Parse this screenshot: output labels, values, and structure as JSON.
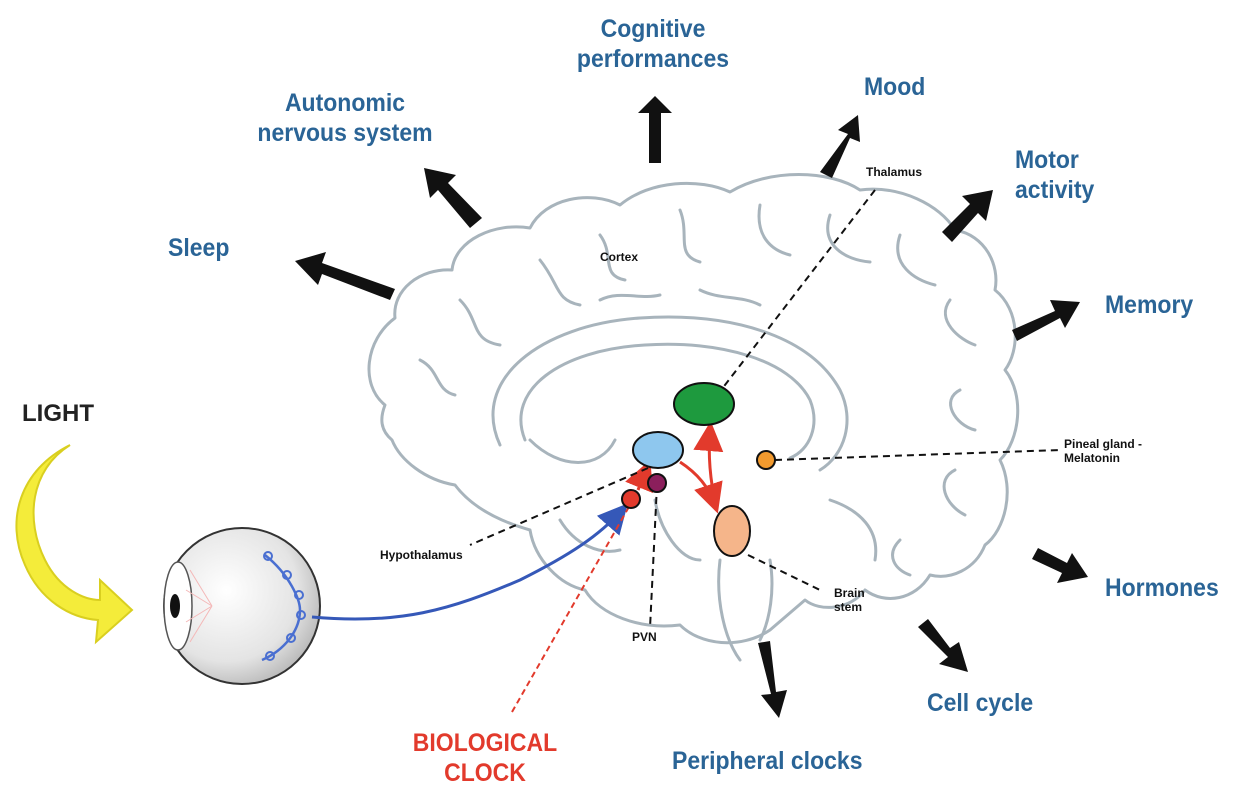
{
  "input": {
    "light": "LIGHT"
  },
  "outputs": {
    "cognitive": "Cognitive performances",
    "mood": "Mood",
    "autonomic": "Autonomic nervous system",
    "motor": "Motor activity",
    "sleep": "Sleep",
    "memory": "Memory",
    "hormones": "Hormones",
    "cell_cycle": "Cell cycle",
    "peripheral": "Peripheral clocks"
  },
  "structures": {
    "cortex": "Cortex",
    "thalamus": "Thalamus",
    "pineal": "Pineal gland - Melatonin",
    "hypothalamus": "Hypothalamus",
    "pvn": "PVN",
    "brainstem": "Brain stem"
  },
  "clock_label": "BIOLOGICAL CLOCK",
  "colors": {
    "label_blue": "#2a6496",
    "clock_red": "#e23a2c",
    "thalamus_green": "#1e9a3e",
    "hypothalamus_blue": "#8ec7ee",
    "pvn_purple": "#8b1f5c",
    "scn_red": "#e23a2c",
    "brainstem_peach": "#f5b58a",
    "pineal_orange": "#f29a2e",
    "light_yellow": "#f4ec3a"
  }
}
